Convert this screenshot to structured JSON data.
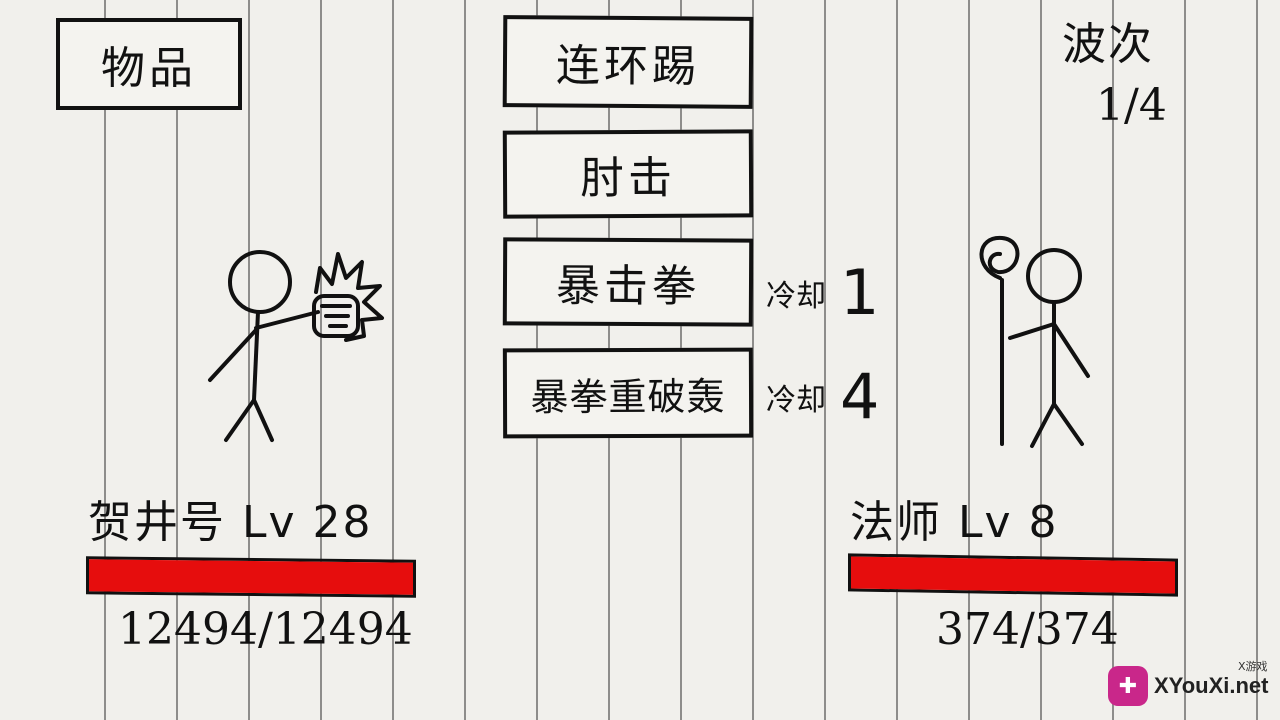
{
  "items_button": "物品",
  "skills": [
    {
      "label": "连环踢"
    },
    {
      "label": "肘击"
    },
    {
      "label": "暴击拳",
      "cooldown_label": "冷却",
      "cooldown": "1"
    },
    {
      "label": "暴拳重破轰",
      "cooldown_label": "冷却",
      "cooldown": "4"
    }
  ],
  "wave": {
    "label": "波次",
    "value": "1/4"
  },
  "player": {
    "name": "贺井号 Lv 28",
    "hp_text": "12494/12494",
    "hp_fraction": 1.0
  },
  "enemy": {
    "name": "法师 Lv 8",
    "hp_text": "374/374",
    "hp_fraction": 1.0
  },
  "colors": {
    "hp_bar": "#e60d0d",
    "paper": "#f1f0ec",
    "ink": "#111111"
  },
  "watermark": {
    "text": "XYouXi.net",
    "sub": "X游戏",
    "icon": "gamepad-icon"
  }
}
